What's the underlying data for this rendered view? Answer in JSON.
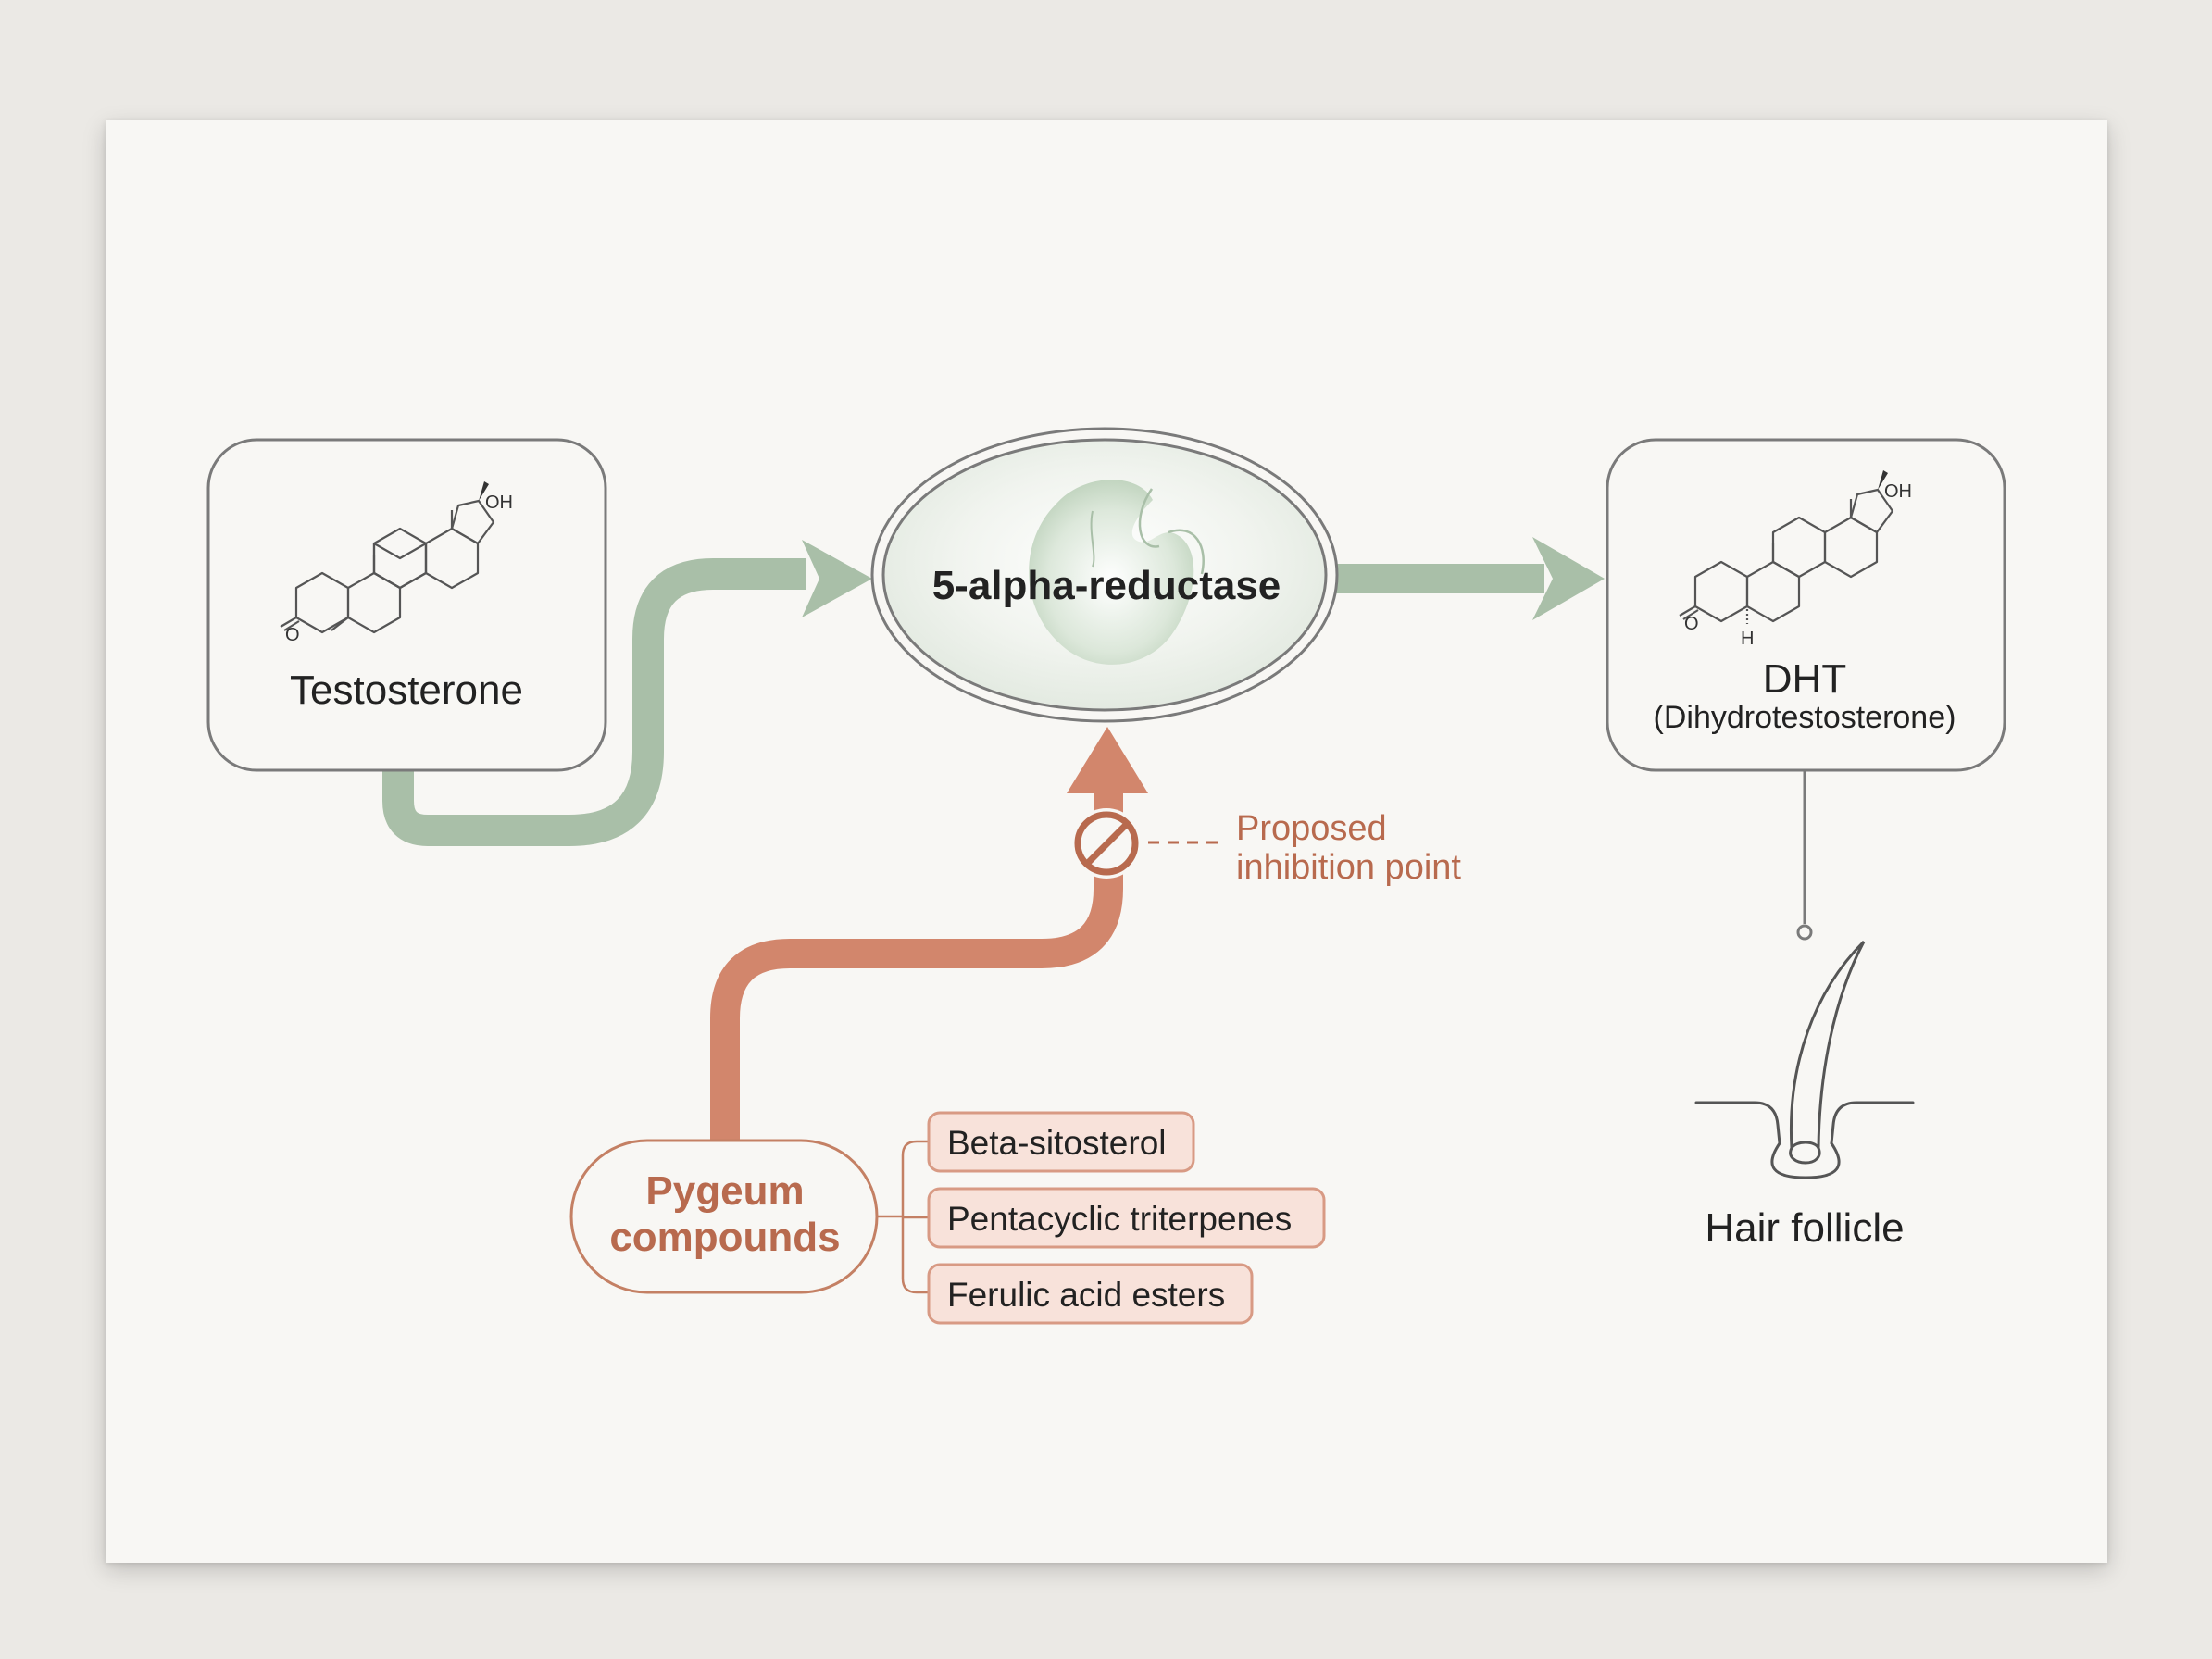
{
  "nodes": {
    "testosterone": {
      "label": "Testosterone",
      "atom_oh": "OH",
      "atom_o": "O"
    },
    "enzyme": {
      "label": "5-alpha-reductase"
    },
    "dht": {
      "label": "DHT",
      "sublabel": "(Dihydrotestosterone)",
      "atom_oh": "OH",
      "atom_o": "O",
      "atom_h": "H"
    },
    "hair": {
      "label": "Hair follicle"
    },
    "pygeum": {
      "label_line1": "Pygeum",
      "label_line2": "compounds"
    }
  },
  "inhibition": {
    "line1": "Proposed",
    "line2": "inhibition point"
  },
  "compounds": [
    "Beta-sitosterol",
    "Pentacyclic triterpenes",
    "Ferulic acid esters"
  ],
  "colors": {
    "green_flow": "#a9bfa8",
    "orange_flow": "#d2866c",
    "orange_text": "#b86a4e",
    "box_stroke": "#7a7a7a",
    "chip_fill": "#f8e2da",
    "chip_stroke": "#d89a84"
  }
}
